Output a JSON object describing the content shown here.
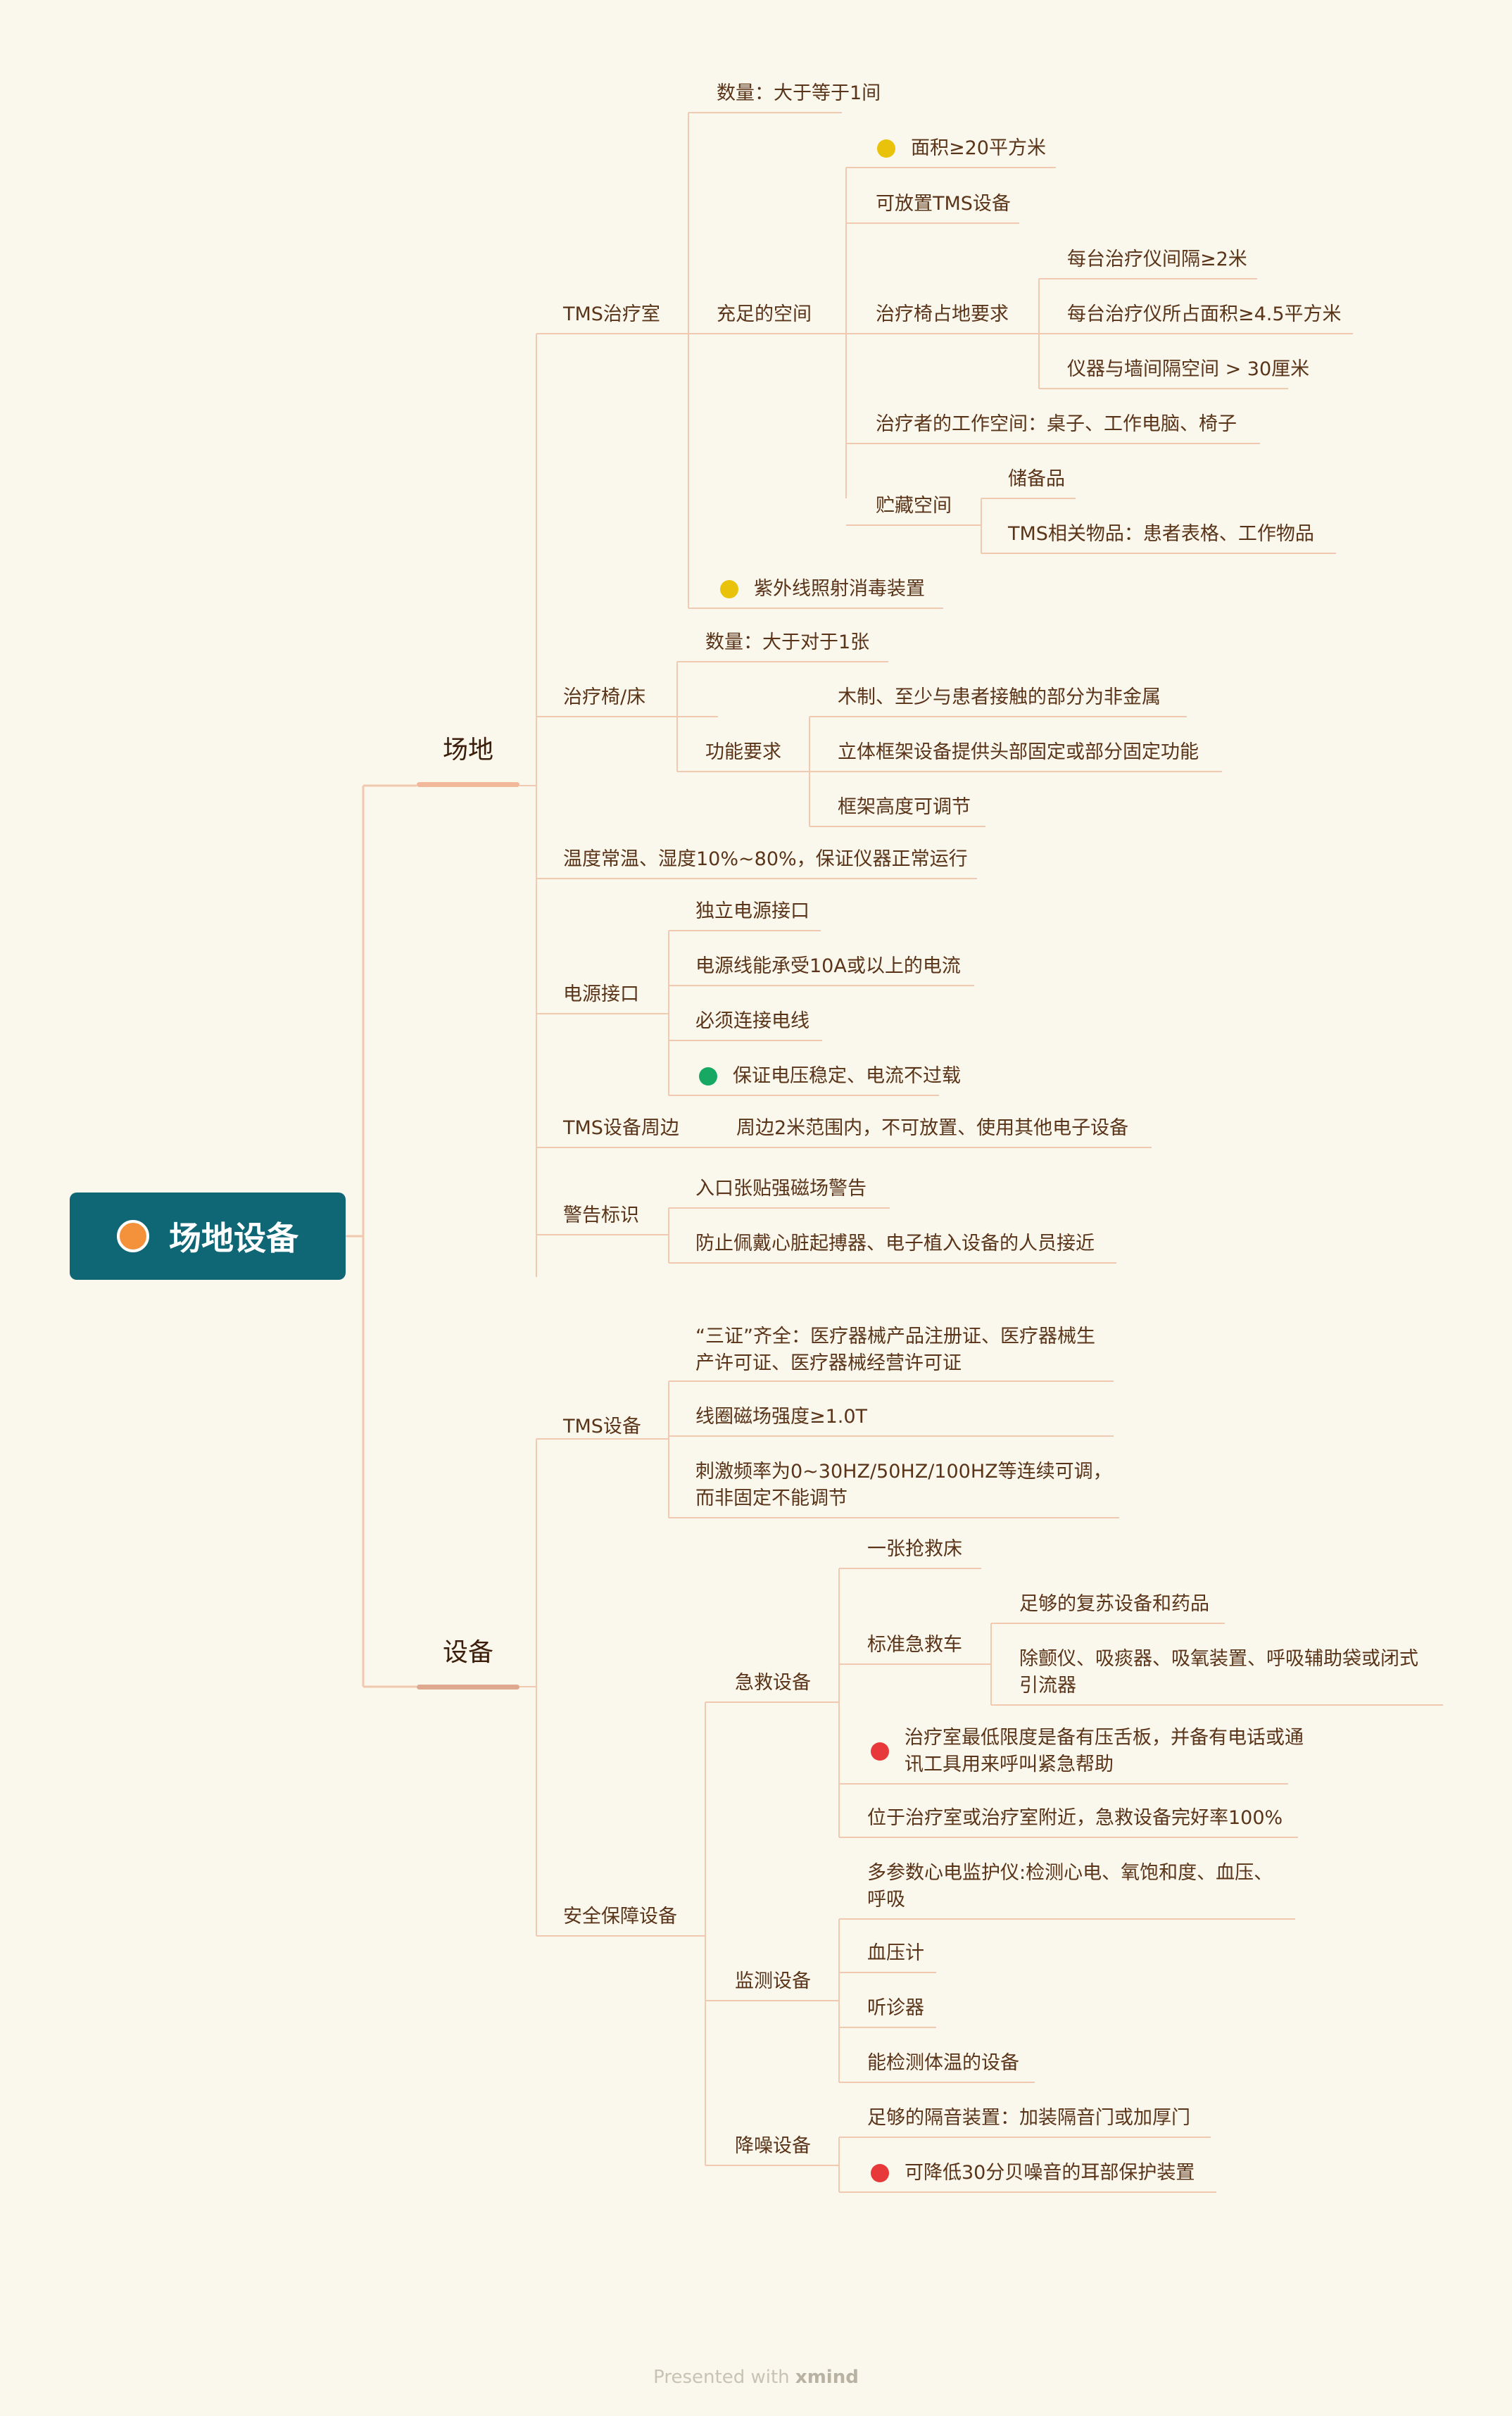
{
  "root": {
    "label": "场地设备",
    "dot_color": "#f4923c"
  },
  "branches": {
    "site": "场地",
    "equipment": "设备"
  },
  "site": {
    "tms_room": {
      "label": "TMS治疗室",
      "count": "数量：大于等于1间",
      "space": {
        "label": "充足的空间",
        "area": "面积≥20平方米",
        "placeable": "可放置TMS设备",
        "chair_floor": {
          "label": "治疗椅占地要求",
          "items": [
            "每台治疗仪间隔≥2米",
            "每台治疗仪所占面积≥4.5平方米",
            "仪器与墙间隔空间 > 30厘米"
          ]
        },
        "work_space": "治疗者的工作空间：桌子、工作电脑、椅子",
        "storage": {
          "label": "贮藏空间",
          "items": [
            "储备品",
            "TMS相关物品：患者表格、工作物品"
          ]
        }
      },
      "uv": "紫外线照射消毒装置"
    },
    "chair": {
      "label": "治疗椅/床",
      "count": "数量：大于对于1张",
      "function": {
        "label": "功能要求",
        "items": [
          "木制、至少与患者接触的部分为非金属",
          "立体框架设备提供头部固定或部分固定功能",
          "框架高度可调节"
        ]
      }
    },
    "climate": "温度常温、湿度10%~80%，保证仪器正常运行",
    "power": {
      "label": "电源接口",
      "items": [
        "独立电源接口",
        "电源线能承受10A或以上的电流",
        "必须连接电线",
        "保证电压稳定、电流不过载"
      ]
    },
    "surround": {
      "label": "TMS设备周边",
      "detail": "周边2米范围内，不可放置、使用其他电子设备"
    },
    "warning": {
      "label": "警告标识",
      "items": [
        "入口张贴强磁场警告",
        "防止佩戴心脏起搏器、电子植入设备的人员接近"
      ]
    }
  },
  "equipment": {
    "tms_device": {
      "label": "TMS设备",
      "items": [
        [
          "“三证”齐全：医疗器械产品注册证、医疗器械生",
          "产许可证、医疗器械经营许可证"
        ],
        [
          "线圈磁场强度≥1.0T"
        ],
        [
          "刺激频率为0~30HZ/50HZ/100HZ等连续可调，",
          "而非固定不能调节"
        ]
      ]
    },
    "safety": {
      "label": "安全保障设备",
      "emergency": {
        "label": "急救设备",
        "bed": "一张抢救床",
        "cart": {
          "label": "标准急救车",
          "items": [
            [
              "足够的复苏设备和药品"
            ],
            [
              "除颤仪、吸痰器、吸氧装置、呼吸辅助袋或闭式",
              "引流器"
            ]
          ]
        },
        "tongue": [
          "治疗室最低限度是备有压舌板，并备有电话或通",
          "讯工具用来呼叫紧急帮助"
        ],
        "location": "位于治疗室或治疗室附近，急救设备完好率100%"
      },
      "monitoring": {
        "label": "监测设备",
        "items": [
          [
            "多参数心电监护仪:检测心电、氧饱和度、血压、",
            "呼吸"
          ],
          [
            "血压计"
          ],
          [
            "听诊器"
          ],
          [
            "能检测体温的设备"
          ]
        ]
      },
      "noise": {
        "label": "降噪设备",
        "items": [
          "足够的隔音装置：加装隔音门或加厚门",
          "可降低30分贝噪音的耳部保护装置"
        ]
      }
    }
  },
  "markers": {
    "yellow": "#e9c20c",
    "green": "#17a864",
    "red": "#e8393a"
  },
  "footer": {
    "prefix": "Presented with",
    "brand": "xmind"
  }
}
